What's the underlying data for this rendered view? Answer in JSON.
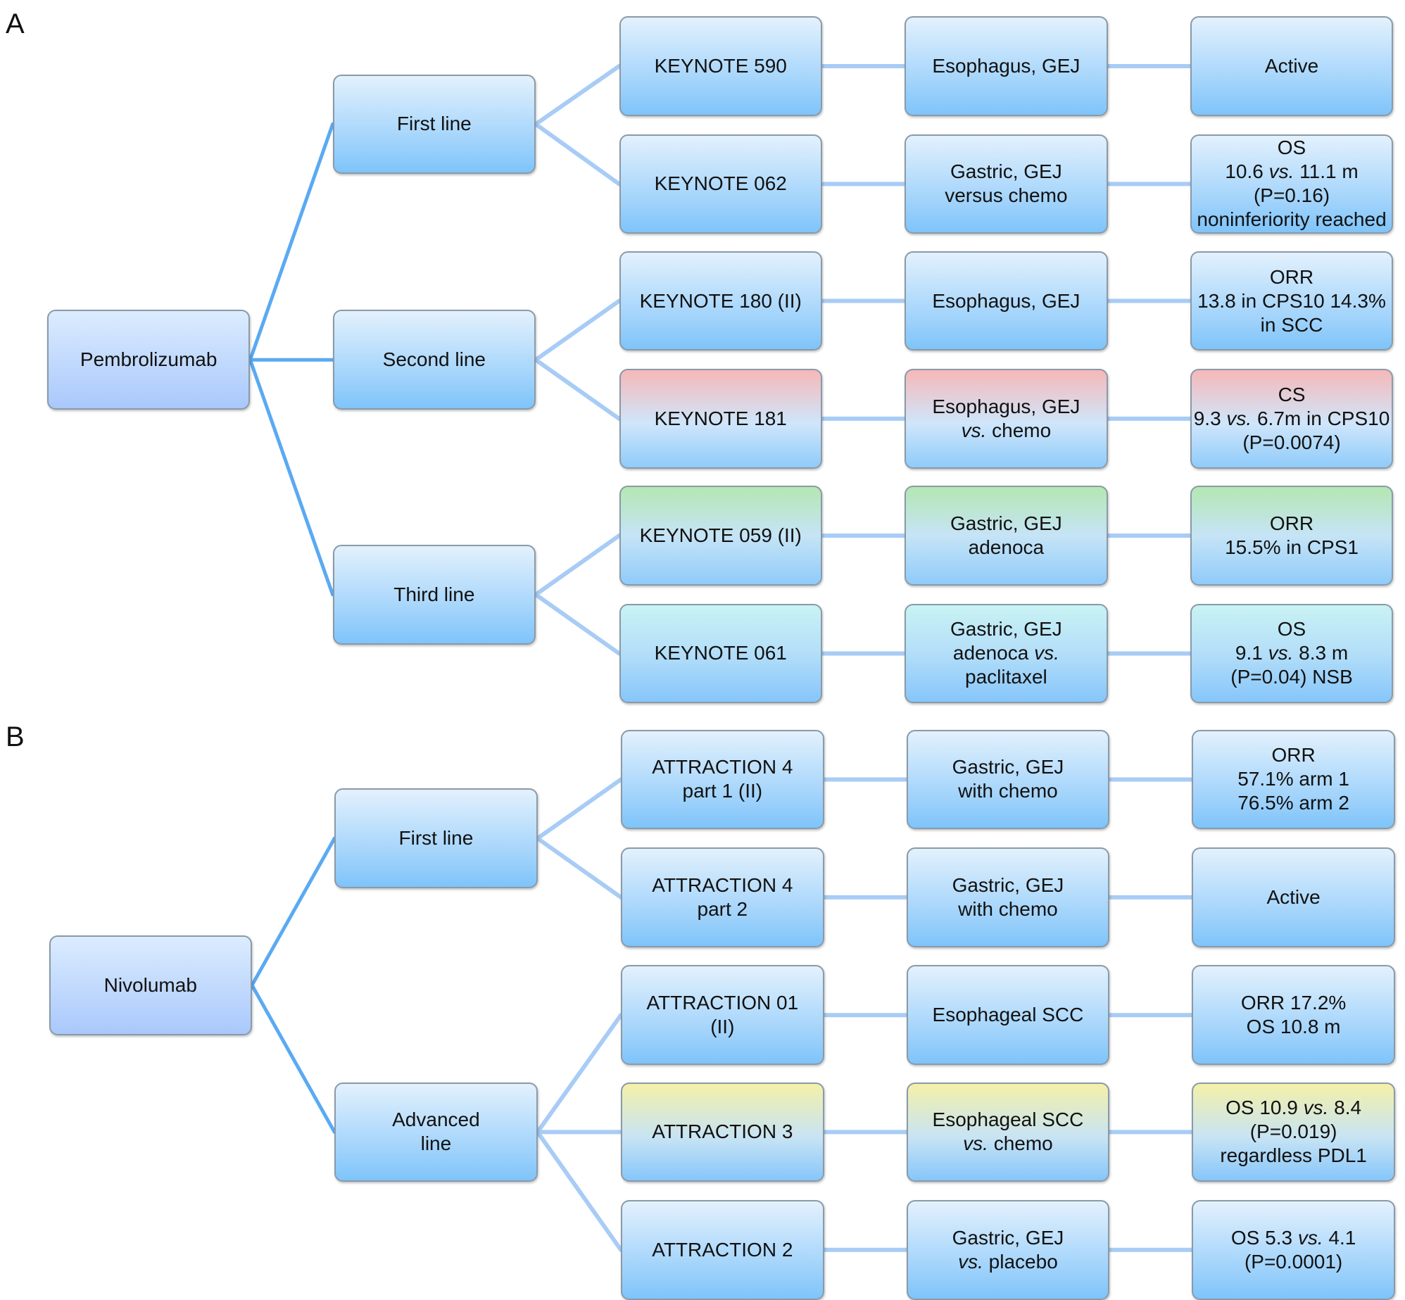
{
  "panels": {
    "a": {
      "label": "A",
      "root": "Pembrolizumab",
      "lines": [
        {
          "label": "First line",
          "trials": [
            {
              "trial": [
                "KEYNOTE 590"
              ],
              "site": [
                "Esophagus, GEJ"
              ],
              "result": [
                "Active"
              ],
              "color": "blue"
            },
            {
              "trial": [
                "KEYNOTE 062"
              ],
              "site": [
                "Gastric, GEJ",
                "versus chemo"
              ],
              "result": [
                "OS",
                "10.6 |vs.| 11.1 m",
                "(P=0.16)",
                "noninferiority reached"
              ],
              "color": "blue"
            }
          ]
        },
        {
          "label": "Second line",
          "trials": [
            {
              "trial": [
                "KEYNOTE 180 (II)"
              ],
              "site": [
                "Esophagus, GEJ"
              ],
              "result": [
                "ORR",
                "13.8 in CPS10 14.3%",
                "in SCC"
              ],
              "color": "blue"
            },
            {
              "trial": [
                "KEYNOTE 181"
              ],
              "site": [
                "Esophagus, GEJ",
                "|vs.| chemo"
              ],
              "result": [
                "CS",
                "9.3 |vs.| 6.7m in CPS10",
                "(P=0.0074)"
              ],
              "color": "red"
            }
          ]
        },
        {
          "label": "Third line",
          "trials": [
            {
              "trial": [
                "KEYNOTE 059 (II)"
              ],
              "site": [
                "Gastric, GEJ",
                "adenoca"
              ],
              "result": [
                "ORR",
                "15.5% in CPS1"
              ],
              "color": "green"
            },
            {
              "trial": [
                "KEYNOTE 061"
              ],
              "site": [
                "Gastric, GEJ",
                "adenoca |vs.|",
                "paclitaxel"
              ],
              "result": [
                "OS",
                "9.1 |vs.| 8.3 m",
                "(P=0.04) NSB"
              ],
              "color": "cyan"
            }
          ]
        }
      ]
    },
    "b": {
      "label": "B",
      "root": "Nivolumab",
      "lines": [
        {
          "label": "First line",
          "trials": [
            {
              "trial": [
                "ATTRACTION 4",
                "part 1 (II)"
              ],
              "site": [
                "Gastric, GEJ",
                "with chemo"
              ],
              "result": [
                "ORR",
                "57.1% arm 1",
                "76.5% arm 2"
              ],
              "color": "blue"
            },
            {
              "trial": [
                "ATTRACTION 4",
                "part 2"
              ],
              "site": [
                "Gastric, GEJ",
                "with chemo"
              ],
              "result": [
                "Active"
              ],
              "color": "blue"
            }
          ]
        },
        {
          "label": "Advanced\nline",
          "trials": [
            {
              "trial": [
                "ATTRACTION 01",
                "(II)"
              ],
              "site": [
                "Esophageal SCC"
              ],
              "result": [
                "ORR 17.2%",
                "OS 10.8 m"
              ],
              "color": "blue"
            },
            {
              "trial": [
                "ATTRACTION 3"
              ],
              "site": [
                "Esophageal SCC",
                "|vs.| chemo"
              ],
              "result": [
                "OS 10.9 |vs.| 8.4",
                "(P=0.019)",
                "regardless PDL1"
              ],
              "color": "yellow"
            },
            {
              "trial": [
                "ATTRACTION 2"
              ],
              "site": [
                "Gastric, GEJ",
                "|vs.| placebo"
              ],
              "result": [
                "OS 5.3 |vs.| 4.1",
                "(P=0.0001)"
              ],
              "color": "blue"
            }
          ]
        }
      ]
    }
  }
}
